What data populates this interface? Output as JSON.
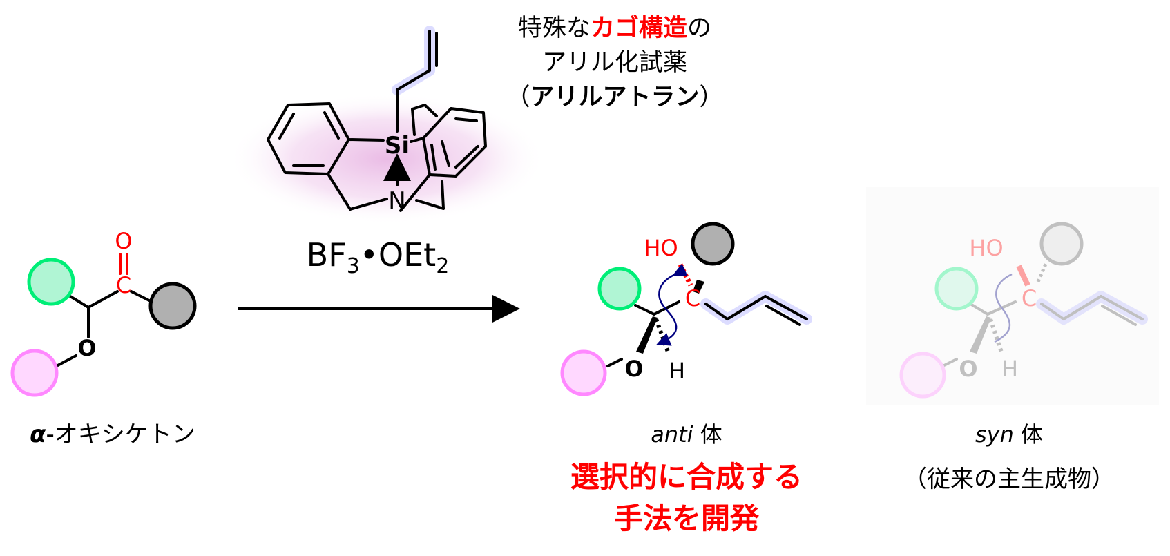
{
  "reagent": {
    "title_line1_pre": "特殊な",
    "title_line1_highlight": "カゴ構造",
    "title_line1_post": "の",
    "title_line2": "アリル化試薬",
    "title_line3_open": "（",
    "title_line3_name": "アリルアトラン",
    "title_line3_close": "）",
    "atom_si": "Si",
    "atom_n": "N",
    "catalyst_bf": "BF",
    "catalyst_sub3": "3",
    "catalyst_mid": "•OEt",
    "catalyst_sub2": "2"
  },
  "starting_material": {
    "atom_o_carbonyl": "O",
    "atom_c_carbonyl": "C",
    "atom_o_ether": "O",
    "label_alpha": "α",
    "label_rest": "-オキシケトン"
  },
  "anti_product": {
    "atom_ho": "HO",
    "atom_c": "C",
    "atom_o": "O",
    "atom_h": "H",
    "label_italic": "anti",
    "label_rest": " 体",
    "result_line1": "選択的に合成する",
    "result_line2": "手法を開発"
  },
  "syn_product": {
    "atom_ho": "HO",
    "atom_c": "C",
    "atom_o": "O",
    "atom_h": "H",
    "label_italic": "syn",
    "label_rest": " 体",
    "note": "（従来の主生成物）"
  },
  "colors": {
    "accent_red": "#ff0000",
    "green_group": "#00ee77",
    "pink_group": "#ff88ff",
    "gray_group": "#b0b0b0",
    "allyl_highlight": "#dcdcff",
    "glow": "#e9b8e4",
    "arrow_curve": "#000080"
  }
}
